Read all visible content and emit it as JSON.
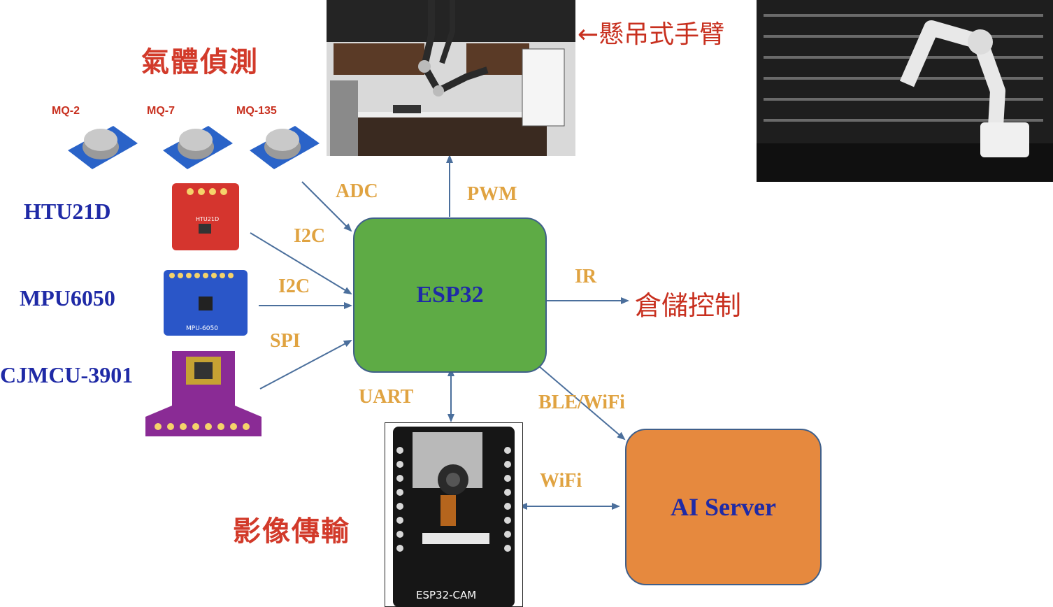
{
  "titles": {
    "gas_detection": "氣體偵測",
    "video_transmission": "影像傳輸",
    "hanging_arm": "←懸吊式手臂",
    "warehouse_control": "倉儲控制"
  },
  "sensors": {
    "mq2": "MQ-2",
    "mq7": "MQ-7",
    "mq135": "MQ-135",
    "htu21d": "HTU21D",
    "mpu6050": "MPU6050",
    "cjmcu": "CJMCU-3901"
  },
  "boards": {
    "htu21d_text": "HTU21D",
    "mpu_text": "MPU-6050",
    "esp32cam_text": "ESP32-CAM"
  },
  "interfaces": {
    "adc": "ADC",
    "i2c_1": "I2C",
    "i2c_2": "I2C",
    "spi": "SPI",
    "pwm": "PWM",
    "ir": "IR",
    "uart": "UART",
    "ble_wifi": "BLE/WiFi",
    "wifi": "WiFi"
  },
  "nodes": {
    "esp32": "ESP32",
    "ai_server": "AI Server"
  },
  "colors": {
    "esp32_fill": "#5eab45",
    "ai_server_fill": "#e6893e",
    "arrow": "#4b6f9c",
    "title_red": "#d23a2a",
    "label_blue": "#1f2aa6",
    "label_orange": "#e0a341"
  }
}
